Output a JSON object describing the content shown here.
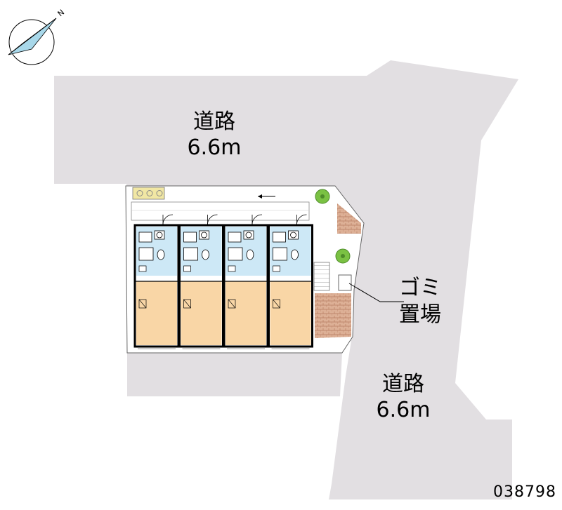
{
  "roads": {
    "north": {
      "name": "道路",
      "width": "6.6m"
    },
    "east": {
      "name": "道路",
      "width": "6.6m"
    }
  },
  "garbage": {
    "line1": "ゴミ",
    "line2": "置場"
  },
  "compass": {
    "label": "N"
  },
  "property_code": "038798",
  "colors": {
    "road": "#e2dfe2",
    "room": "#f9d6a6",
    "wetarea": "#cde8f6",
    "brick": "#d9a98b",
    "tree": "#7ac143",
    "compass": "#a8d8ea"
  },
  "units": [
    {
      "id": "unit-1"
    },
    {
      "id": "unit-2"
    },
    {
      "id": "unit-3"
    },
    {
      "id": "unit-4"
    }
  ]
}
